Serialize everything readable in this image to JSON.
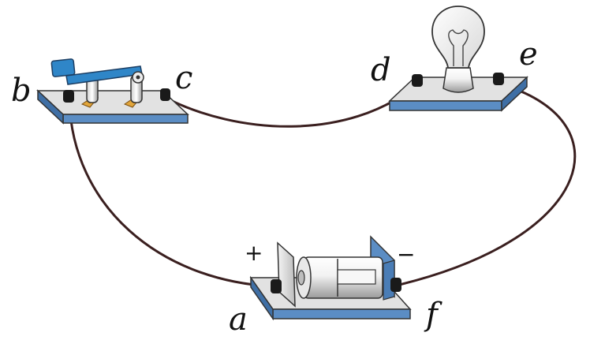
{
  "labels": {
    "a": "a",
    "b": "b",
    "c": "c",
    "d": "d",
    "e": "e",
    "f": "f"
  },
  "battery": {
    "plus_sign": "+",
    "minus_sign": "−"
  },
  "components": {
    "switch": "switch",
    "lamp": "lamp",
    "battery": "battery"
  },
  "colors": {
    "wire": "#3a1f1f",
    "board_top": "#e2e2e2",
    "board_edge": "#5b8dc4",
    "switch_handle": "#2f86c8",
    "terminal": "#1a1a1a",
    "contact": "#e2a53a"
  }
}
